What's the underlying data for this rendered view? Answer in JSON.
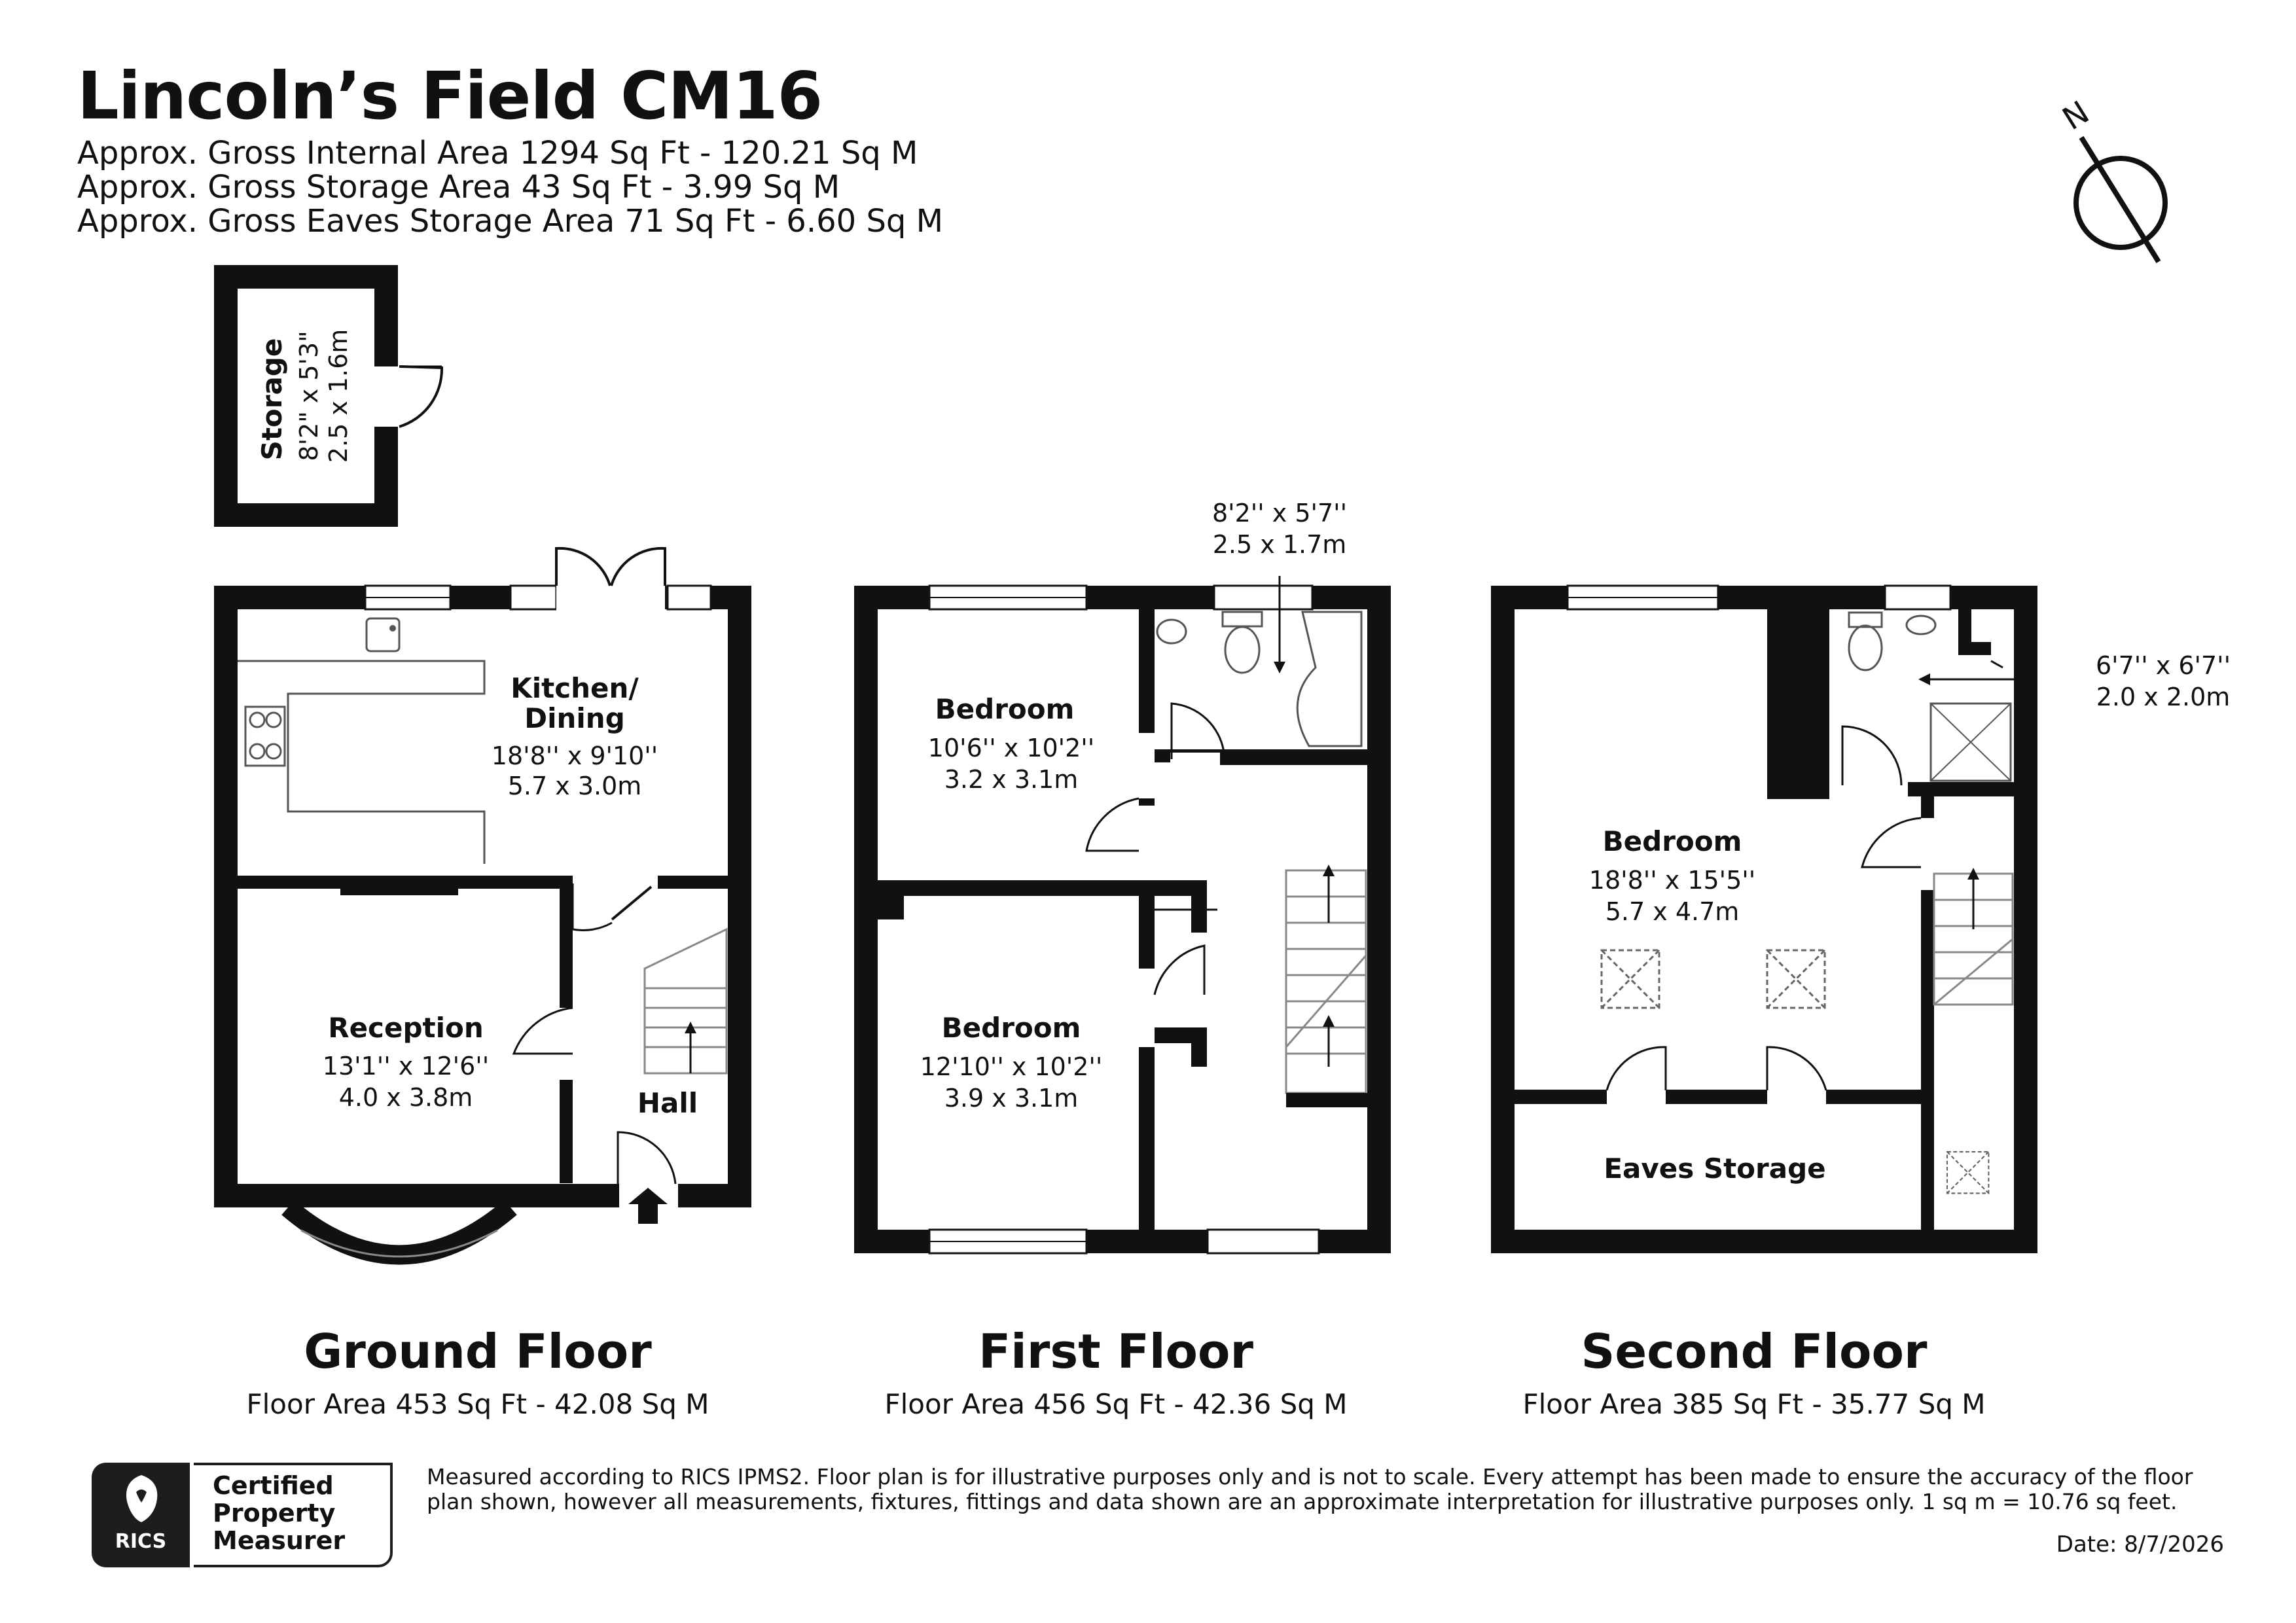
{
  "header": {
    "title": "Lincoln’s Field CM16",
    "internal_area": "Approx. Gross Internal Area 1294 Sq Ft - 120.21 Sq M",
    "storage_area": "Approx. Gross Storage Area 43 Sq Ft - 3.99 Sq M",
    "eaves_area": "Approx. Gross Eaves Storage Area 71 Sq Ft - 6.60 Sq M"
  },
  "compass": {
    "label": "N"
  },
  "storage": {
    "name": "Storage",
    "dim_imperial": "8'2\" x 5'3\"",
    "dim_metric": "2.5 x 1.6m"
  },
  "ground": {
    "kitchen": {
      "name1": "Kitchen/",
      "name2": "Dining",
      "dim_imperial": "18'8'' x 9'10''",
      "dim_metric": "5.7 x 3.0m"
    },
    "reception": {
      "name": "Reception",
      "dim_imperial": "13'1'' x 12'6''",
      "dim_metric": "4.0 x 3.8m"
    },
    "hall": {
      "name": "Hall"
    },
    "floor_name": "Ground Floor",
    "floor_area": "Floor Area 453 Sq Ft - 42.08 Sq M"
  },
  "first": {
    "bathroom": {
      "dim_imperial": "8'2'' x 5'7''",
      "dim_metric": "2.5 x 1.7m"
    },
    "bedroom1": {
      "name": "Bedroom",
      "dim_imperial": "10'6'' x 10'2''",
      "dim_metric": "3.2 x 3.1m"
    },
    "bedroom2": {
      "name": "Bedroom",
      "dim_imperial": "12'10'' x 10'2''",
      "dim_metric": "3.9 x 3.1m"
    },
    "floor_name": "First Floor",
    "floor_area": "Floor Area 456 Sq Ft - 42.36 Sq M"
  },
  "second": {
    "shower": {
      "dim_imperial": "6'7'' x 6'7''",
      "dim_metric": "2.0 x 2.0m"
    },
    "bedroom": {
      "name": "Bedroom",
      "dim_imperial": "18'8'' x 15'5''",
      "dim_metric": "5.7 x 4.7m"
    },
    "eaves": {
      "name": "Eaves Storage"
    },
    "floor_name": "Second Floor",
    "floor_area": "Floor Area 385 Sq Ft - 35.77 Sq M"
  },
  "footer": {
    "disclaimer": "Measured according to RICS IPMS2. Floor plan is for illustrative purposes only and is not to scale. Every attempt has been made to ensure the accuracy of the floor plan shown, however all measurements, fixtures, fittings and data shown are an approximate interpretation for illustrative purposes only. 1 sq m = 10.76 sq feet.",
    "date": "Date: 8/7/2026",
    "rics_logo": "RICS",
    "cert_line1": "Certified",
    "cert_line2": "Property",
    "cert_line3": "Measurer"
  }
}
